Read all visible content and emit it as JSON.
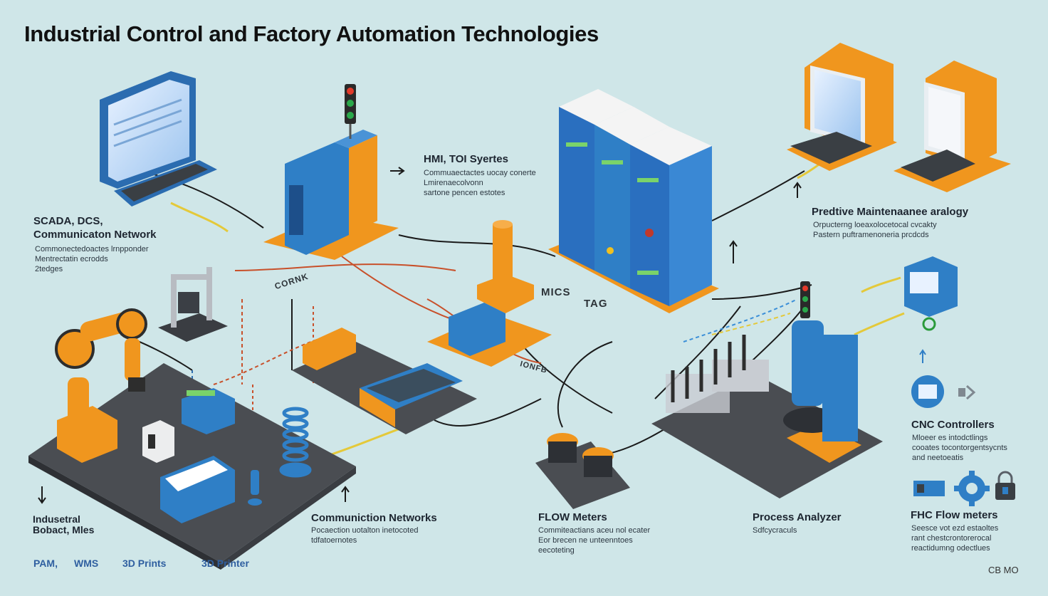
{
  "title": "Industrial Control and Factory Automation Technologies",
  "labels": {
    "scada": {
      "heading_line1": "SCADA, DCS,",
      "heading_line2": "Communicaton Network",
      "body_line1": "Commonectedoactes lrnpponder",
      "body_line2": "Mentrectatin ecrodds",
      "body_line3": "2tedges"
    },
    "hmi": {
      "heading": "HMI,  TOI Syertes",
      "body_line1": "Commuaectactes uocay conerte",
      "body_line2": "Lmirenaecolvonn",
      "body_line3": "sartone pencen estotes"
    },
    "predictive": {
      "heading": "Predtive Maintenaanee aralogy",
      "body_line1": "Orpucterng loeaxolocetocal cvcakty",
      "body_line2": "Pastern puftramenoneria prcdcds"
    },
    "cnc": {
      "heading": "CNC Controllers",
      "body_line1": "Mloeer es intodctlings",
      "body_line2": "cooates tocontorgentsycnts",
      "body_line3": "and neetoeatis"
    },
    "fhc": {
      "heading": "FHC Flow meters",
      "body_line1": "Seesce vot ezd estaoltes",
      "body_line2": "rant chestcrontorerocal",
      "body_line3": "reactidumng odectlues"
    },
    "robots": {
      "heading_line1": "Indusetral",
      "heading_line2": "Bobact, Mles"
    },
    "comm": {
      "heading": "Communiction Networks",
      "body_line1": "Pocaection uotalton inetocoted",
      "body_line2": "tdfatoernotes"
    },
    "flow": {
      "heading": "FLOW Meters",
      "body_line1": "Commiteactians aceu nol ecater",
      "body_line2": "Eor brecen ne unteenntoes",
      "body_line3": "eecoteting"
    },
    "process": {
      "heading": "Process Analyzer",
      "body": "Sdfcycraculs"
    },
    "bottom": {
      "pam": "PAM,",
      "wms": "WMS",
      "d_prints": "3D Prints",
      "printer": "3D Printer"
    },
    "mid": {
      "mics": "MICS",
      "tag": "TAG",
      "cornk": "CORNK",
      "ionfb": "IONFB"
    },
    "corner": "CB MO"
  },
  "colors": {
    "background": "#cfe6e8",
    "platform": "#4a4d52",
    "orange": "#f0961e",
    "blue": "#2f7fc6",
    "cabinet_blue": "#2a6fbf",
    "link_red": "#c8502a",
    "link_yellow": "#e4c93a",
    "link_black": "#1a1a1a"
  },
  "icons": [
    "monitor-icon",
    "traffic-light-icon",
    "server-cabinet-icon",
    "robot-arm-icon",
    "3d-printer-icon",
    "spring-icon",
    "gear-icon",
    "lock-icon",
    "arrow-right-icon",
    "arrow-up-icon",
    "arrow-down-icon"
  ]
}
